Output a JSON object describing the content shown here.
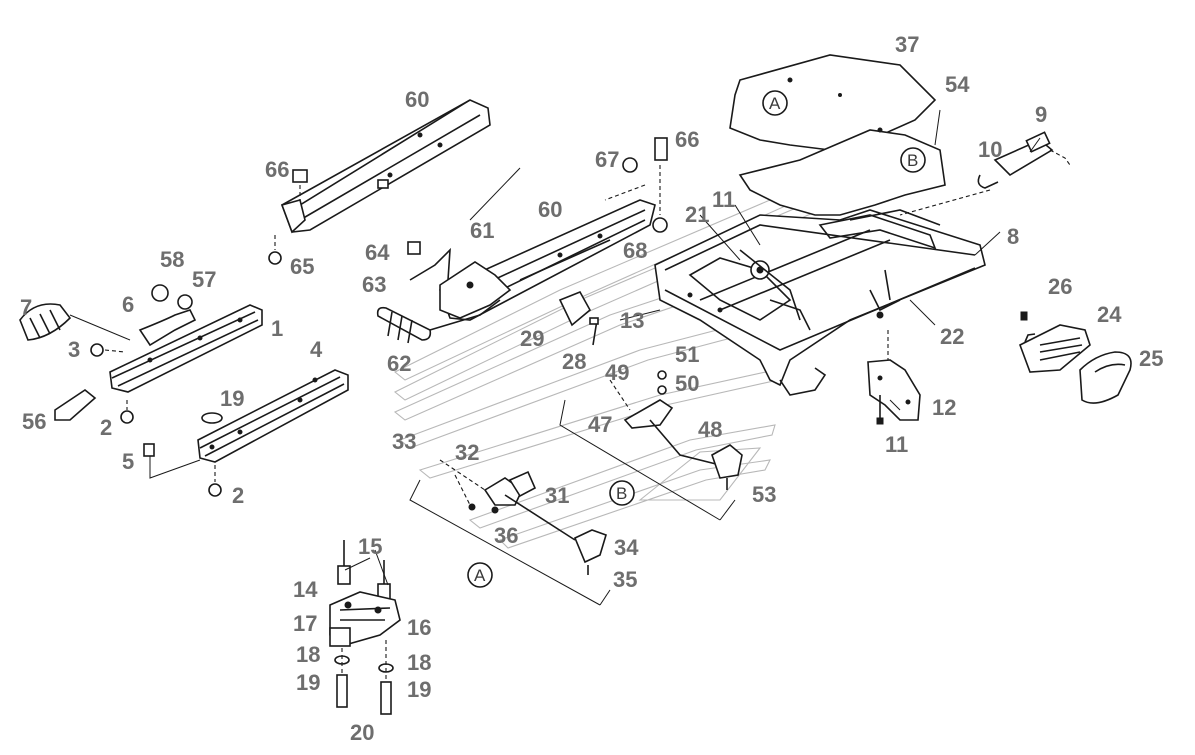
{
  "diagram": {
    "part_numbers": [
      {
        "label": "60"
      },
      {
        "label": "66"
      },
      {
        "label": "65"
      },
      {
        "label": "67"
      },
      {
        "label": "66"
      },
      {
        "label": "60"
      },
      {
        "label": "68"
      },
      {
        "label": "61"
      },
      {
        "label": "64"
      },
      {
        "label": "63"
      },
      {
        "label": "62"
      },
      {
        "label": "29"
      },
      {
        "label": "28"
      },
      {
        "label": "13"
      },
      {
        "label": "37"
      },
      {
        "label": "54"
      },
      {
        "label": "9"
      },
      {
        "label": "10"
      },
      {
        "label": "21"
      },
      {
        "label": "11"
      },
      {
        "label": "8"
      },
      {
        "label": "22"
      },
      {
        "label": "26"
      },
      {
        "label": "24"
      },
      {
        "label": "25"
      },
      {
        "label": "12"
      },
      {
        "label": "11"
      },
      {
        "label": "51"
      },
      {
        "label": "49"
      },
      {
        "label": "50"
      },
      {
        "label": "47"
      },
      {
        "label": "48"
      },
      {
        "label": "53"
      },
      {
        "label": "33"
      },
      {
        "label": "32"
      },
      {
        "label": "31"
      },
      {
        "label": "36"
      },
      {
        "label": "34"
      },
      {
        "label": "35"
      },
      {
        "label": "58"
      },
      {
        "label": "57"
      },
      {
        "label": "7"
      },
      {
        "label": "6"
      },
      {
        "label": "1"
      },
      {
        "label": "3"
      },
      {
        "label": "56"
      },
      {
        "label": "2"
      },
      {
        "label": "4"
      },
      {
        "label": "19"
      },
      {
        "label": "5"
      },
      {
        "label": "2"
      },
      {
        "label": "15"
      },
      {
        "label": "14"
      },
      {
        "label": "17"
      },
      {
        "label": "16"
      },
      {
        "label": "18"
      },
      {
        "label": "18"
      },
      {
        "label": "19"
      },
      {
        "label": "19"
      },
      {
        "label": "20"
      }
    ],
    "circle_markers": [
      {
        "label": "A"
      },
      {
        "label": "B"
      },
      {
        "label": "B"
      },
      {
        "label": "A"
      }
    ]
  }
}
